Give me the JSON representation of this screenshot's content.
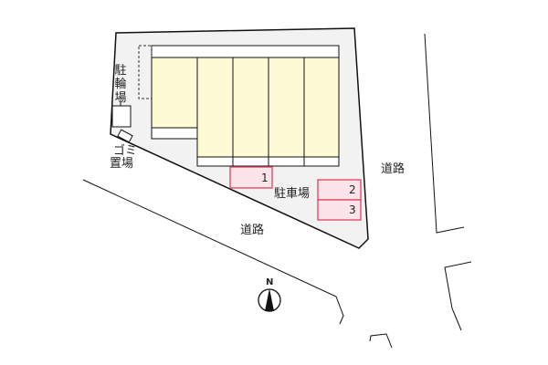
{
  "labels": {
    "bicycle_parking": "駐輪場",
    "garbage": [
      "ゴミ",
      "置場"
    ],
    "parking": "駐車場",
    "road_right": "道路",
    "road_bottom": "道路",
    "north": "N"
  },
  "parking_spaces": [
    "1",
    "2",
    "3"
  ],
  "colors": {
    "lot": "#f2f2f2",
    "unit": "#fdfbd3",
    "parking_fill": "#fde4ea",
    "parking_stroke": "#e0425f"
  }
}
